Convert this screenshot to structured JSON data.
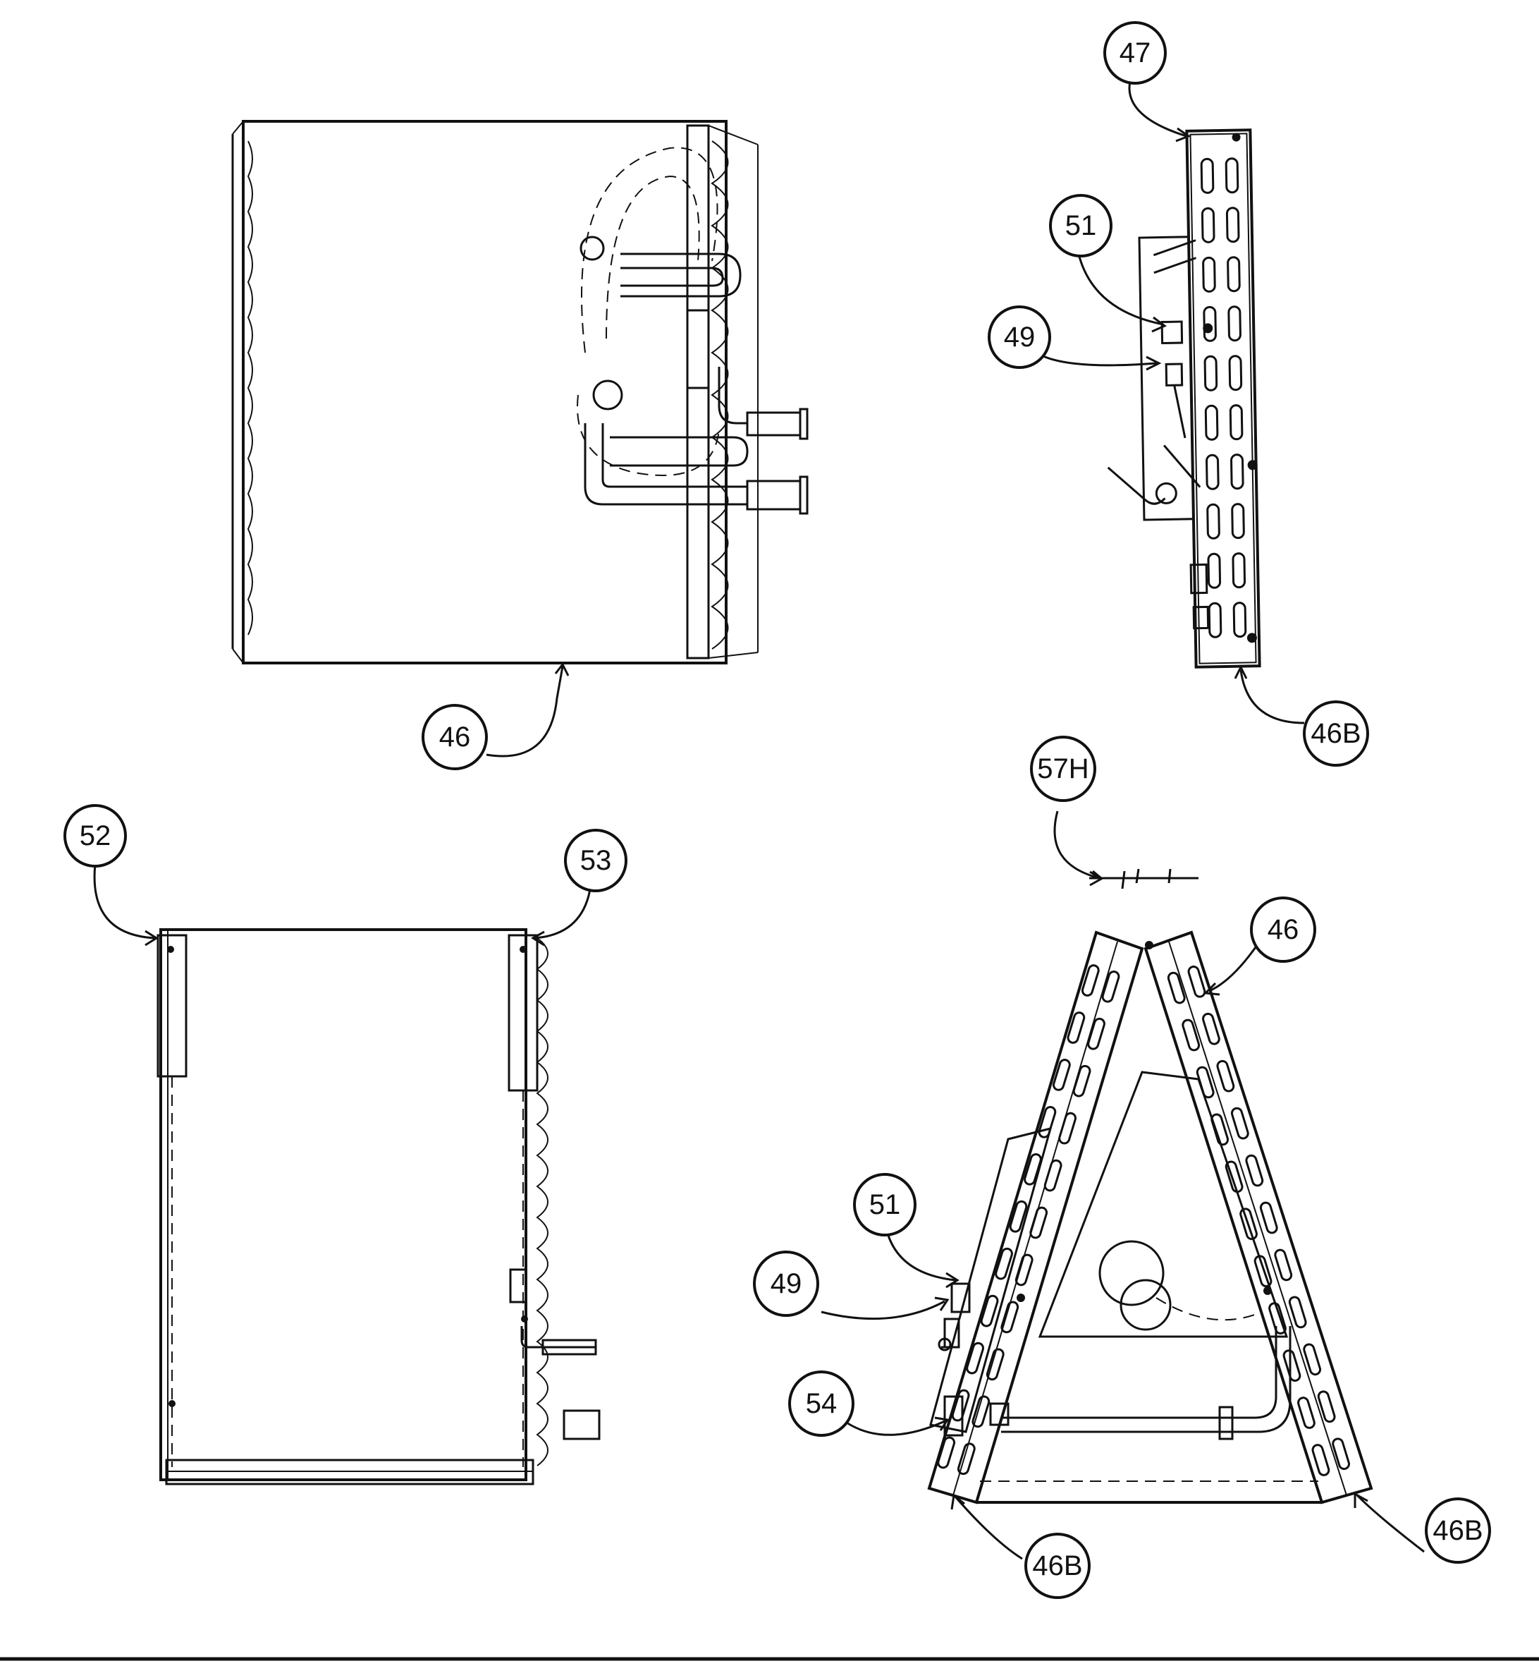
{
  "diagram": {
    "colors": {
      "ink": "#111111",
      "paper": "#ffffff"
    },
    "callouts": [
      {
        "id": "c46-front",
        "label": "46"
      },
      {
        "id": "c47",
        "label": "47"
      },
      {
        "id": "c51-side",
        "label": "51"
      },
      {
        "id": "c49-side",
        "label": "49"
      },
      {
        "id": "c46b-side",
        "label": "46B"
      },
      {
        "id": "c57h",
        "label": "57H"
      },
      {
        "id": "c52",
        "label": "52"
      },
      {
        "id": "c53",
        "label": "53"
      },
      {
        "id": "c46-assy",
        "label": "46"
      },
      {
        "id": "c51-assy",
        "label": "51"
      },
      {
        "id": "c49-assy",
        "label": "49"
      },
      {
        "id": "c54",
        "label": "54"
      },
      {
        "id": "c46b-left",
        "label": "46B"
      },
      {
        "id": "c46b-right",
        "label": "46B"
      }
    ]
  }
}
